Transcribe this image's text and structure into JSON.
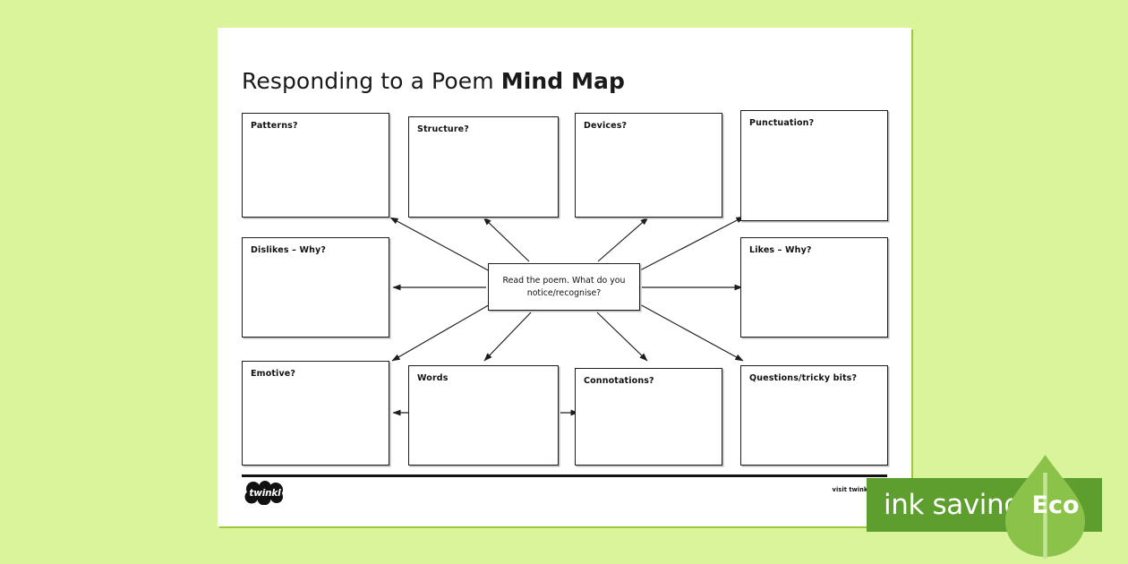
{
  "background_color": "#d9f49b",
  "page": {
    "title_light": "Responding to a Poem ",
    "title_bold": "Mind Map"
  },
  "mindmap": {
    "center": {
      "label": "Read the poem. What do you notice/recognise?",
      "line1": "Read the poem. What do you",
      "line2": "notice/recognise?"
    },
    "nodes": [
      {
        "id": "patterns",
        "label": "Patterns?"
      },
      {
        "id": "structure",
        "label": "Structure?"
      },
      {
        "id": "devices",
        "label": "Devices?"
      },
      {
        "id": "punctuation",
        "label": "Punctuation?"
      },
      {
        "id": "dislikes",
        "label": "Dislikes – Why?"
      },
      {
        "id": "likes",
        "label": "Likes – Why?"
      },
      {
        "id": "emotive",
        "label": "Emotive?"
      },
      {
        "id": "words",
        "label": "Words"
      },
      {
        "id": "connotations",
        "label": "Connotations?"
      },
      {
        "id": "questions",
        "label": "Questions/tricky bits?"
      }
    ]
  },
  "footer": {
    "logo_text": "twinkl",
    "visit_text": "visit twinkl.com"
  },
  "eco_badge": {
    "ink_label": "ink saving",
    "eco_label": "Eco",
    "bar_color": "#5d9e2f",
    "leaf_color": "#8bc34a"
  }
}
